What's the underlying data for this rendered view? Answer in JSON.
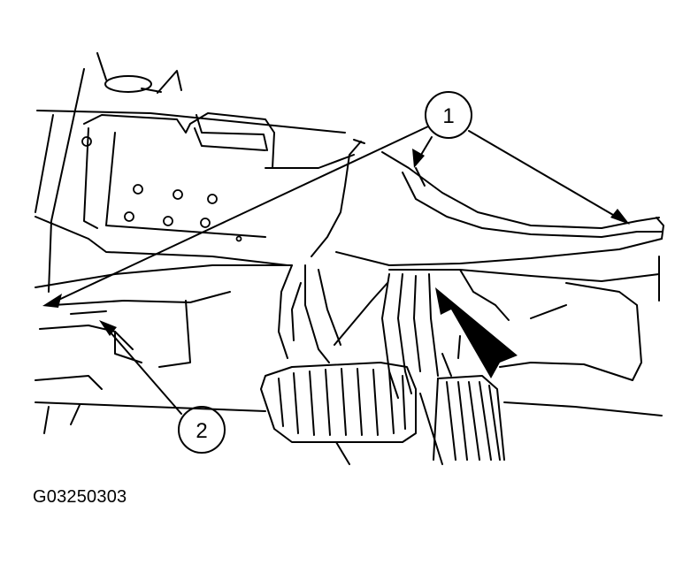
{
  "figure": {
    "callouts": [
      {
        "label": "1"
      },
      {
        "label": "2"
      }
    ],
    "code": "G03250303"
  },
  "colors": {
    "ink": "#000000",
    "paper": "#ffffff"
  }
}
